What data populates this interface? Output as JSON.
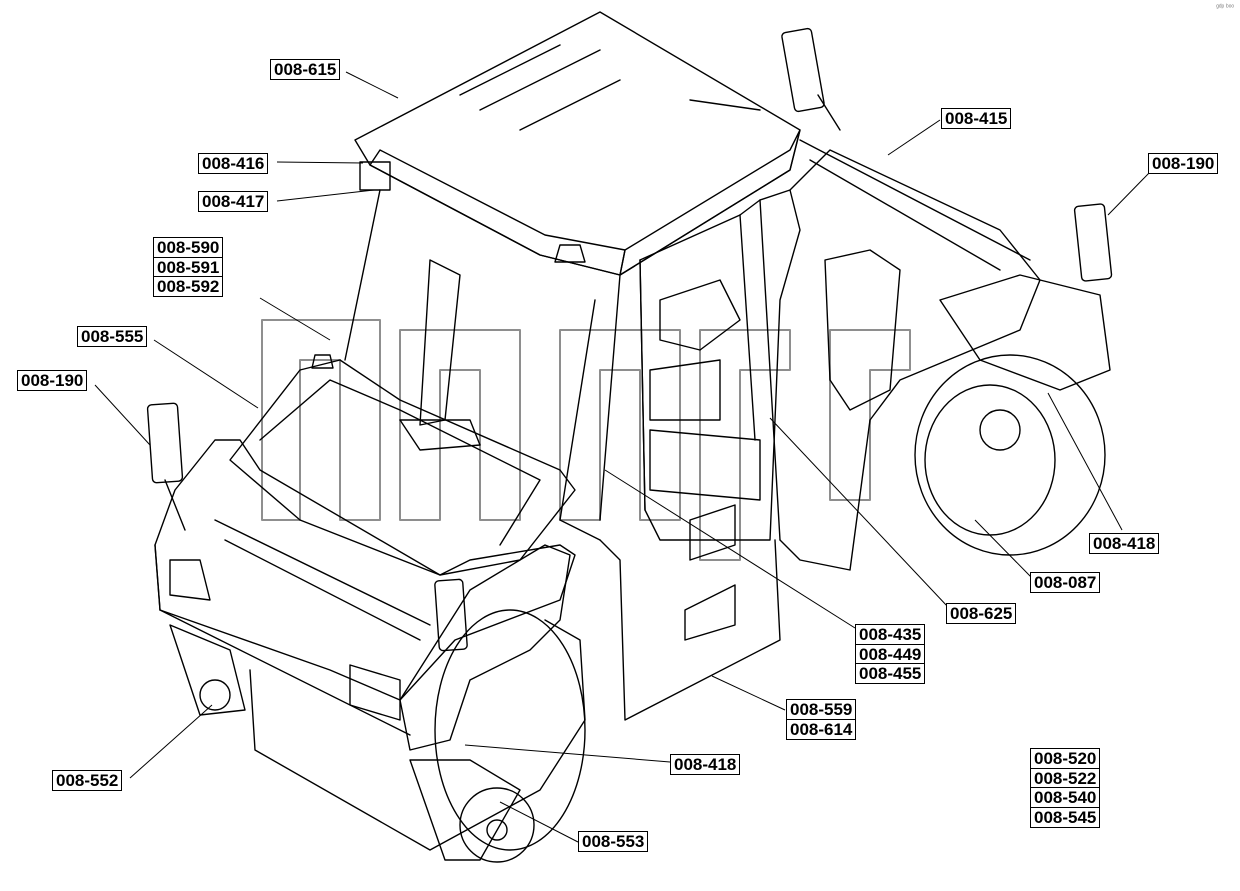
{
  "corner_mark": "ᵍᵈᵖ ᵇᵒᵒ",
  "labels": {
    "l_615": "008-615",
    "l_416": "008-416",
    "l_417": "008-417",
    "l_590": "008-590",
    "l_591": "008-591",
    "l_592": "008-592",
    "l_555": "008-555",
    "l_190_left": "008-190",
    "l_415": "008-415",
    "l_190_right": "008-190",
    "l_418_right": "008-418",
    "l_087": "008-087",
    "l_625": "008-625",
    "l_435": "008-435",
    "l_449": "008-449",
    "l_455": "008-455",
    "l_559": "008-559",
    "l_614": "008-614",
    "l_418_bottom": "008-418",
    "l_553": "008-553",
    "l_552": "008-552",
    "l_520": "008-520",
    "l_522": "008-522",
    "l_540": "008-540",
    "l_545": "008-545"
  }
}
